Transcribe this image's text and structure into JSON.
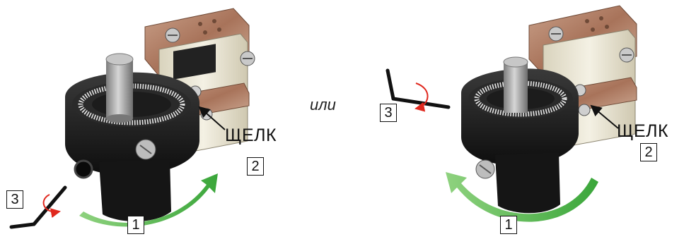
{
  "left_panel": {
    "click_label": "ЩЕЛК",
    "click_step": "2",
    "rotate_step": "1",
    "wrench_step": "3"
  },
  "separator": {
    "text": "или"
  },
  "right_panel": {
    "click_label": "ЩЕЛК",
    "click_step": "2",
    "rotate_step": "1",
    "wrench_step": "3"
  },
  "colors": {
    "arrow_green": "#4fb848",
    "turn_red": "#e0281e",
    "bracket_copper": "#b9876a",
    "body_black": "#1a1a1a",
    "shaft_steel": "#a9a9a9",
    "micro_switch": "#e8e3cf"
  },
  "icons": [
    "hex-key-icon",
    "curved-rotation-arrow",
    "micro-switch",
    "cam-dial"
  ]
}
